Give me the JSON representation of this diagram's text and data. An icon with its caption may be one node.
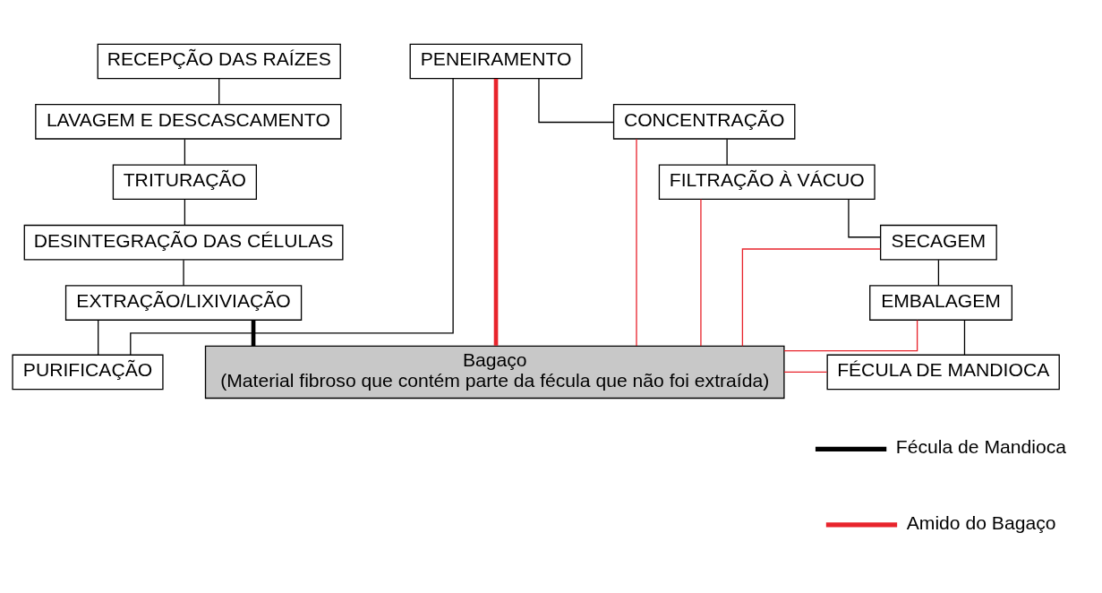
{
  "diagram": {
    "nodes": [
      {
        "text": [
          "RECEPÇÃO DAS RAÍZES"
        ]
      },
      {
        "text": [
          "LAVAGEM E DESCASCAMENTO"
        ]
      },
      {
        "text": [
          "TRITURAÇÃO"
        ]
      },
      {
        "text": [
          "DESINTEGRAÇÃO DAS CÉLULAS"
        ]
      },
      {
        "text": [
          "EXTRAÇÃO/LIXIVIAÇÃO"
        ]
      },
      {
        "text": [
          "PURIFICAÇÃO"
        ]
      },
      {
        "text": [
          "Bagaço",
          "(Material fibroso que contém parte da fécula que não foi extraída)"
        ]
      },
      {
        "text": [
          "PENEIRAMENTO"
        ]
      },
      {
        "text": [
          "CONCENTRAÇÃO"
        ]
      },
      {
        "text": [
          "FILTRAÇÃO À VÁCUO"
        ]
      },
      {
        "text": [
          "SECAGEM"
        ]
      },
      {
        "text": [
          "EMBALAGEM"
        ]
      },
      {
        "text": [
          "FÉCULA DE MANDIOCA"
        ]
      }
    ],
    "edges": [
      {
        "from": 0,
        "to": 1,
        "arrow": "none"
      },
      {
        "from": 1,
        "to": 2,
        "arrow": "none"
      },
      {
        "from": 2,
        "to": 3,
        "arrow": "none"
      },
      {
        "from": 3,
        "to": 4,
        "arrow": "none"
      },
      {
        "from": 4,
        "to": 5,
        "arrow": "none"
      },
      {
        "from": 4,
        "to": 6,
        "arrow": "none",
        "style": "thick"
      },
      {
        "from": 5,
        "to": 7,
        "arrow": "none"
      },
      {
        "from": 7,
        "to": 8,
        "arrow": "none"
      },
      {
        "from": 8,
        "to": 9,
        "arrow": "none"
      },
      {
        "from": 9,
        "to": 10,
        "arrow": "none"
      },
      {
        "from": 10,
        "to": 11,
        "arrow": "none"
      },
      {
        "from": 11,
        "to": 12,
        "arrow": "none"
      },
      {
        "from": 6,
        "to": 7,
        "arrow": "none",
        "style": "thick",
        "color": "#e8242c"
      },
      {
        "from": 6,
        "to": 8,
        "arrow": "none",
        "color": "#e8242c"
      },
      {
        "from": 6,
        "to": 9,
        "arrow": "none",
        "color": "#e8242c"
      },
      {
        "from": 6,
        "to": 10,
        "arrow": "none",
        "color": "#e8242c"
      },
      {
        "from": 6,
        "to": 11,
        "arrow": "none",
        "color": "#e8242c"
      },
      {
        "from": 6,
        "to": 12,
        "arrow": "none",
        "color": "#e8242c"
      }
    ],
    "legend": [
      {
        "text": "Fécula de Mandioca"
      },
      {
        "text": "Amido do Bagaço"
      }
    ]
  }
}
